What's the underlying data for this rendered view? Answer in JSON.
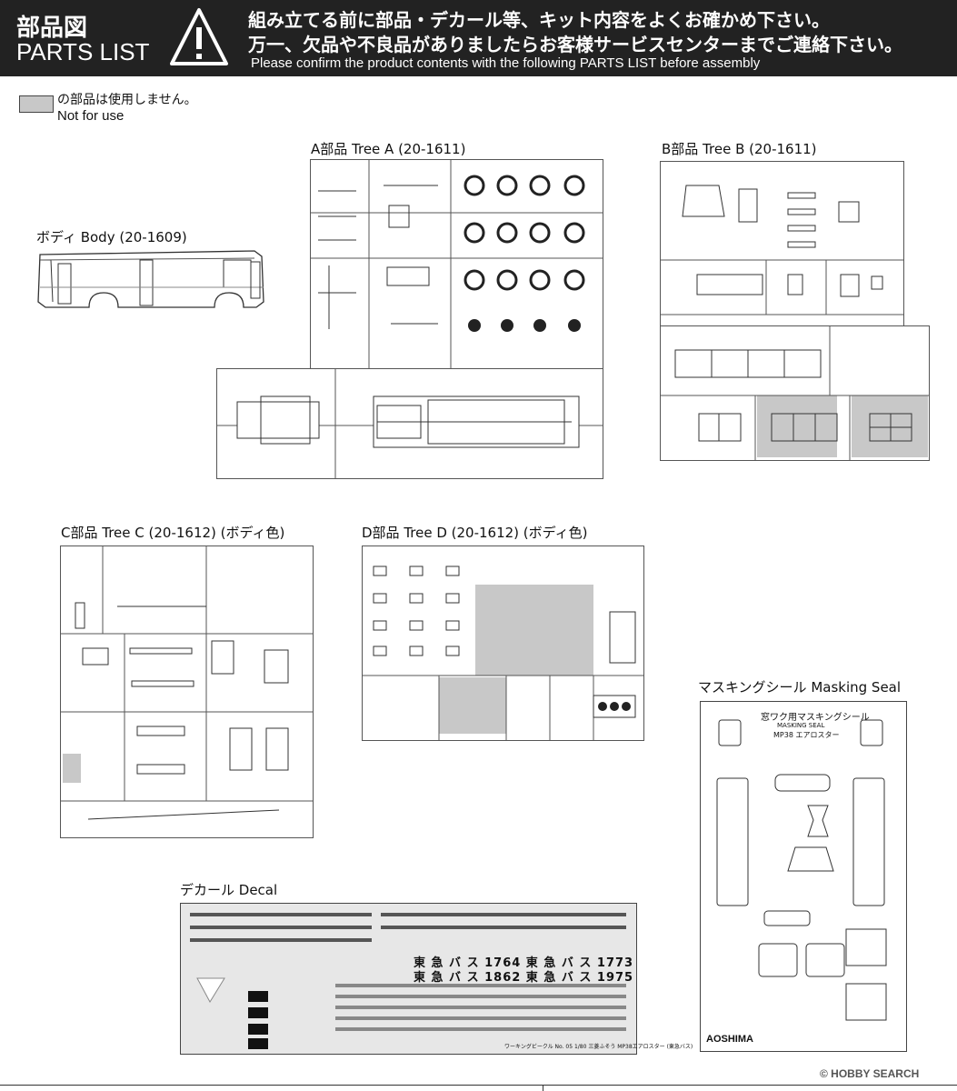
{
  "header": {
    "jp_title": "部品図",
    "en_title": "PARTS LIST",
    "jp_line1": "組み立てる前に部品・デカール等、キット内容をよくお確かめ下さい。",
    "jp_line2": "万一、欠品や不良品がありましたらお客様サービスセンターまでご連絡下さい。",
    "en_line": "Please confirm the product contents with the following PARTS LIST before assembly"
  },
  "not_for_use": {
    "jp": "の部品は使用しません。",
    "en": "Not for use"
  },
  "sections": {
    "body": "ボディ Body (20-1609)",
    "tree_a": "A部品 Tree A (20-1611)",
    "tree_b": "B部品 Tree B (20-1611)",
    "tree_c": "C部品 Tree C (20-1612) (ボディ色)",
    "tree_d": "D部品 Tree D (20-1612) (ボディ色)",
    "decal": "デカール Decal",
    "masking": "マスキングシール Masking Seal"
  },
  "decal": {
    "row1": "東 急 バ ス 1764 東 急 バ ス 1773",
    "row2": "東 急 バ ス 1862 東 急 バ ス 1975",
    "footnote": "ワーキングビークル No. 05 1/80 三菱ふそう MP38エアロスター (東急バス)"
  },
  "masking": {
    "title_jp": "窓ワク用マスキングシール",
    "title_en": "MASKING SEAL",
    "model": "MP38 エアロスター",
    "brand": "AOSHIMA"
  },
  "watermark": "© HOBBY SEARCH",
  "colors": {
    "header_bg": "#222222",
    "not_for_use": "#c8c8c8"
  }
}
